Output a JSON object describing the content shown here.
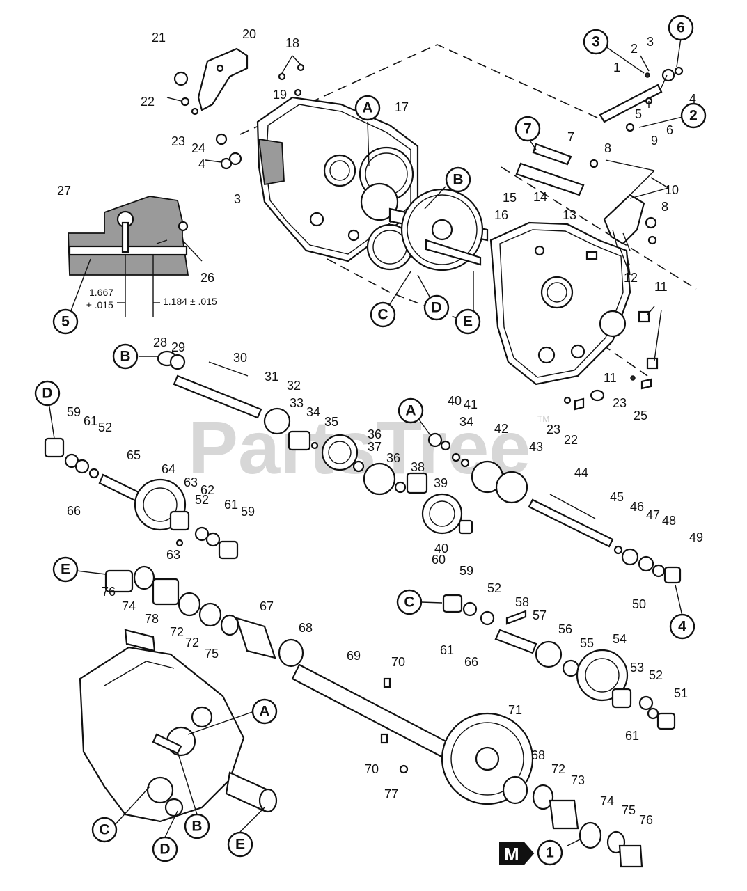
{
  "watermark": {
    "text": "PartsTree",
    "tm": "TM"
  },
  "dimensions": {
    "d1": "1.667",
    "d1_tol": "± .015",
    "d2": "1.184 ± .015"
  },
  "callouts": {
    "A": "A",
    "B": "B",
    "C": "C",
    "D": "D",
    "E": "E",
    "n1": "1",
    "n2": "2",
    "n3": "3",
    "n4": "4",
    "n5": "5",
    "n6": "6",
    "n7": "7"
  },
  "badge": {
    "letter": "M"
  },
  "labels": {
    "l1": "1",
    "l2": "2",
    "l3a": "3",
    "l3b": "3",
    "l4a": "4",
    "l4b": "4",
    "l5": "5",
    "l6": "6",
    "l7": "7",
    "l8a": "8",
    "l8b": "8",
    "l9": "9",
    "l10": "10",
    "l11a": "11",
    "l11b": "11",
    "l12": "12",
    "l13": "13",
    "l14": "14",
    "l15": "15",
    "l16": "16",
    "l17": "17",
    "l18": "18",
    "l19": "19",
    "l20": "20",
    "l21": "21",
    "l22a": "22",
    "l22b": "22",
    "l23a": "23",
    "l23b": "23",
    "l23c": "23",
    "l24": "24",
    "l25": "25",
    "l26": "26",
    "l27": "27",
    "l28": "28",
    "l29": "29",
    "l30": "30",
    "l31": "31",
    "l32": "32",
    "l33": "33",
    "l34a": "34",
    "l34b": "34",
    "l35": "35",
    "l36a": "36",
    "l36b": "36",
    "l37": "37",
    "l38": "38",
    "l39": "39",
    "l40a": "40",
    "l40b": "40",
    "l41": "41",
    "l42": "42",
    "l43": "43",
    "l44": "44",
    "l45": "45",
    "l46": "46",
    "l47": "47",
    "l48": "48",
    "l49": "49",
    "l50": "50",
    "l51": "51",
    "l52a": "52",
    "l52b": "52",
    "l52c": "52",
    "l52d": "52",
    "l53": "53",
    "l54": "54",
    "l55": "55",
    "l56": "56",
    "l57": "57",
    "l58": "58",
    "l59a": "59",
    "l59b": "59",
    "l59c": "59",
    "l60": "60",
    "l61a": "61",
    "l61b": "61",
    "l61c": "61",
    "l61d": "61",
    "l62": "62",
    "l63a": "63",
    "l63b": "63",
    "l64": "64",
    "l65": "65",
    "l66a": "66",
    "l66b": "66",
    "l67": "67",
    "l68a": "68",
    "l68b": "68",
    "l69": "69",
    "l70a": "70",
    "l70b": "70",
    "l71": "71",
    "l72a": "72",
    "l72b": "72",
    "l72c": "72",
    "l73": "73",
    "l74a": "74",
    "l74b": "74",
    "l75a": "75",
    "l75b": "75",
    "l76a": "76",
    "l76b": "76",
    "l77": "77",
    "l78": "78"
  }
}
